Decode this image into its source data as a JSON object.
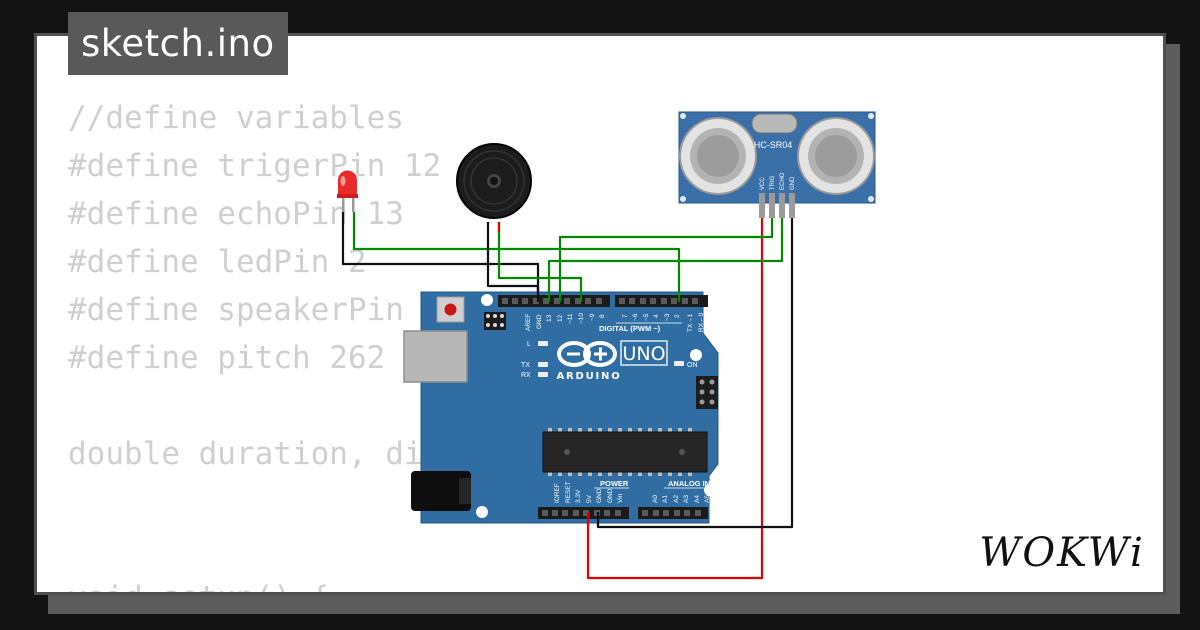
{
  "tab": {
    "title": "sketch.ino"
  },
  "code_lines": [
    "//define variables",
    "#define trigerPin 12",
    "#define echoPin 13",
    "#define ledPin 2",
    "#define speakerPin",
    "#define pitch 262",
    "",
    "double duration, di",
    "",
    "",
    "void setup() {"
  ],
  "sensor": {
    "model": "HC-SR04",
    "pins": [
      "VCC",
      "TRIG",
      "ECHO",
      "GND"
    ]
  },
  "board": {
    "model": "UNO",
    "brand": "ARDUINO",
    "digital_label": "DIGITAL (PWM ~)",
    "power_label": "POWER",
    "analog_label": "ANALOG IN",
    "led_labels": {
      "l": "L",
      "tx": "TX",
      "rx": "RX",
      "on": "ON"
    },
    "top_pins": [
      "AREF",
      "GND",
      "13",
      "12",
      "~11",
      "~10",
      "~9",
      "8",
      "7",
      "~6",
      "~5",
      "4",
      "~3",
      "2",
      "TX→1",
      "RX←0"
    ],
    "power_pins": [
      "IOREF",
      "RESET",
      "3.3V",
      "5V",
      "GND",
      "GND",
      "Vin"
    ],
    "analog_pins": [
      "A0",
      "A1",
      "A2",
      "A3",
      "A4",
      "A5"
    ]
  },
  "logo": {
    "text": "WOKWi"
  },
  "colors": {
    "board": "#2f6da3",
    "wire_green": "#008a00",
    "wire_red": "#e10000",
    "wire_black": "#111111",
    "sensor": "#3a6fa8"
  }
}
